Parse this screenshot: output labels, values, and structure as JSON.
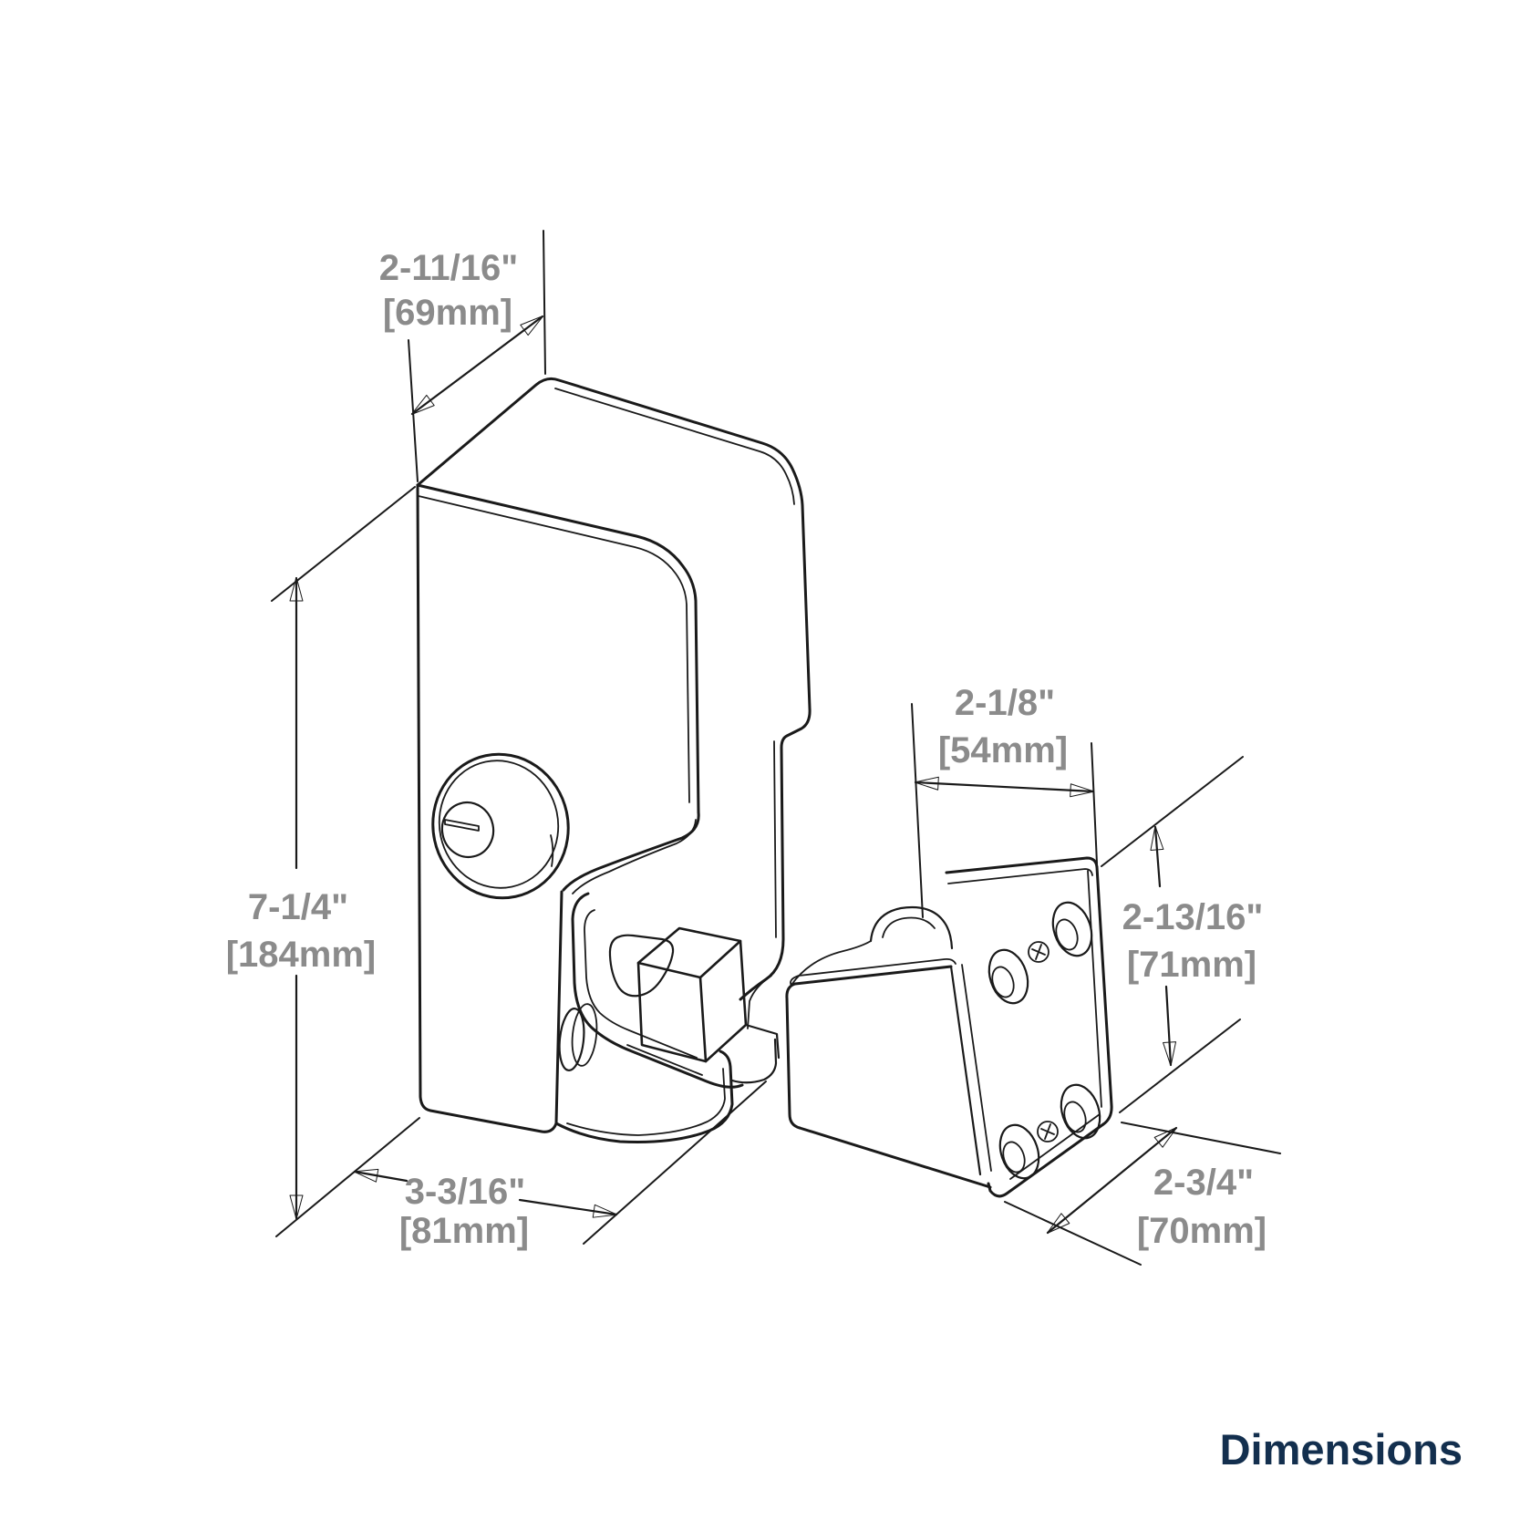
{
  "title": {
    "label": "Dimensions",
    "color": "#132F4E"
  },
  "drawing": {
    "line_color": "#1A1A1A",
    "annotation_text_color": "#8B8B8B"
  },
  "dimensions": {
    "lock_width": {
      "inches": "2-11/16\"",
      "metric": "[69mm]"
    },
    "lock_height": {
      "inches": "7-1/4\"",
      "metric": "[184mm]"
    },
    "lock_depth": {
      "inches": "3-3/16\"",
      "metric": "[81mm]"
    },
    "keeper_width": {
      "inches": "2-1/8\"",
      "metric": "[54mm]"
    },
    "keeper_height": {
      "inches": "2-13/16\"",
      "metric": "[71mm]"
    },
    "keeper_depth": {
      "inches": "2-3/4\"",
      "metric": "[70mm]"
    }
  }
}
